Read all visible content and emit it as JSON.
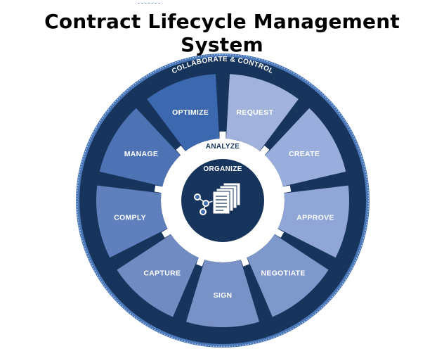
{
  "title": "Contract Lifecycle Management System",
  "ring": {
    "label": "COLLABORATE & CONTROL"
  },
  "stages": [
    {
      "label": "REQUEST",
      "color": "#a1b3dc"
    },
    {
      "label": "CREATE",
      "color": "#9aaede"
    },
    {
      "label": "APPROVE",
      "color": "#8fa6d7"
    },
    {
      "label": "NEGOTIATE",
      "color": "#7f98cc"
    },
    {
      "label": "SIGN",
      "color": "#7891c6"
    },
    {
      "label": "CAPTURE",
      "color": "#6f8bc2"
    },
    {
      "label": "COMPLY",
      "color": "#5f80bd"
    },
    {
      "label": "MANAGE",
      "color": "#4e73b5"
    },
    {
      "label": "OPTIMIZE",
      "color": "#3c68b0"
    }
  ],
  "center": {
    "outer_label": "ANALYZE",
    "inner_label": "ORGANIZE",
    "icon": "documents-network-icon"
  },
  "colors": {
    "ring": "#17355c",
    "outer_rim": "#4a78b8",
    "center_disc": "#17355c",
    "separator": "#17355c"
  }
}
